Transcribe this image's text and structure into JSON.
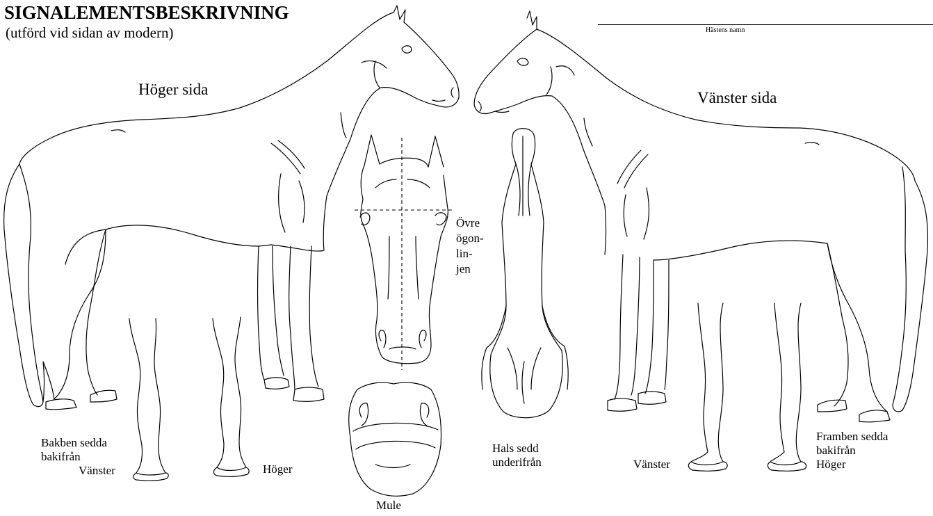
{
  "form": {
    "title": "SIGNALEMENTSBESKRIVNING",
    "subtitle": "(utförd vid sidan av modern)",
    "horse_name_label": "Hästens namn"
  },
  "labels": {
    "right_side": "Höger sida",
    "left_side": "Vänster sida",
    "eye_line": [
      "Övre",
      "ögon-",
      "lin-",
      "jen"
    ],
    "hind_legs": [
      "Bakben sedda",
      "bakifrån"
    ],
    "hind_left": "Vänster",
    "hind_right": "Höger",
    "muzzle": "Mule",
    "neck": [
      "Hals sedd",
      "underifrån"
    ],
    "front_left": "Vänster",
    "front_legs": [
      "Framben sedda",
      "bakifrån"
    ],
    "front_right": "Höger"
  }
}
